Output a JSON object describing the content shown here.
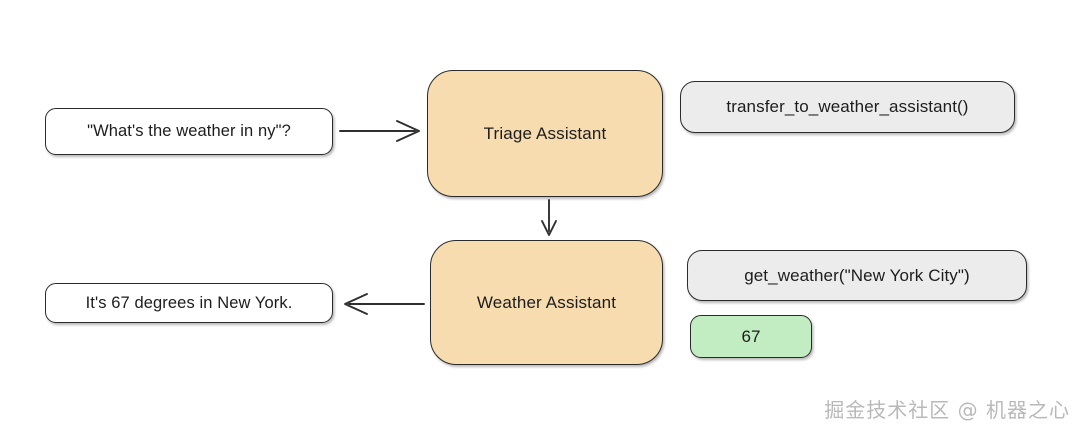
{
  "diagram": {
    "background_color": "#ffffff",
    "nodes": {
      "user_query": {
        "label": "\"What's the weather in ny\"?",
        "fill": "#ffffff",
        "kind": "message-bubble"
      },
      "triage_agent": {
        "label": "Triage Assistant",
        "fill": "#f7dcb0",
        "kind": "agent"
      },
      "transfer_tool_call": {
        "label": "transfer_to_weather_assistant()",
        "fill": "#ececec",
        "kind": "tool-call"
      },
      "weather_agent": {
        "label": "Weather Assistant",
        "fill": "#f7dcb0",
        "kind": "agent"
      },
      "get_weather_tool_call": {
        "label": "get_weather(\"New York City\")",
        "fill": "#ececec",
        "kind": "tool-call"
      },
      "tool_result": {
        "label": "67",
        "fill": "#c2edc2",
        "kind": "tool-result"
      },
      "assistant_reply": {
        "label": "It's 67 degrees in New York.",
        "fill": "#ffffff",
        "kind": "message-bubble"
      }
    },
    "edges": [
      {
        "name": "user-to-triage",
        "direction": "right",
        "icon": "arrow-right-icon"
      },
      {
        "name": "triage-to-weather",
        "direction": "down",
        "icon": "arrow-down-icon"
      },
      {
        "name": "weather-to-reply",
        "direction": "left",
        "icon": "arrow-left-icon"
      }
    ],
    "watermark": "掘金技术社区 @ 机器之心"
  }
}
